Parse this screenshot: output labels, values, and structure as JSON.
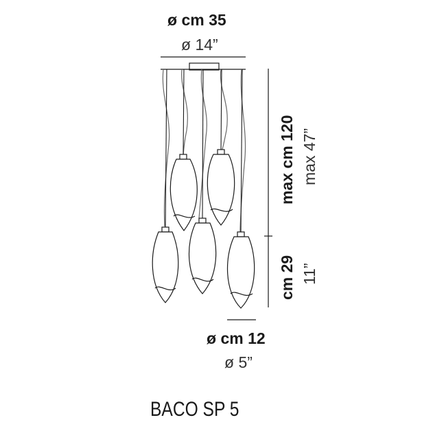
{
  "drawing": {
    "product_name": "BACO SP 5",
    "dimensions": {
      "canopy_diameter": {
        "metric": "ø cm 35",
        "imperial": "ø 14”"
      },
      "max_height": {
        "metric": "max cm 120",
        "imperial": "max 47”"
      },
      "shade_height": {
        "metric": "cm 29",
        "imperial": "11”"
      },
      "shade_diameter": {
        "metric": "ø cm 12",
        "imperial": "ø 5”"
      }
    },
    "pendant_count": 5,
    "line_color": "#1a1a1a",
    "cable_color": "#555555"
  }
}
